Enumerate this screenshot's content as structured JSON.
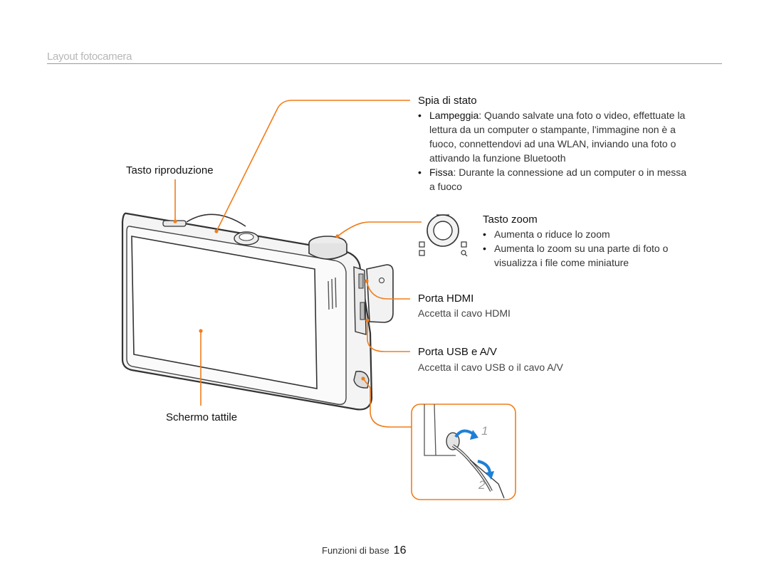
{
  "header": {
    "section_title": "Layout fotocamera"
  },
  "labels": {
    "play_button": "Tasto riproduzione",
    "touch_screen": "Schermo tattile",
    "status_lamp": {
      "title": "Spia di stato",
      "items": [
        {
          "term": "Lampeggia",
          "text": ": Quando salvate una foto o video, effettuate la lettura da un computer o stampante, l'immagine non è a fuoco, connettendovi ad una WLAN, inviando una foto o attivando la funzione Bluetooth"
        },
        {
          "term": "Fissa",
          "text": ": Durante la connessione ad un computer o in messa a fuoco"
        }
      ]
    },
    "zoom_button": {
      "title": "Tasto zoom",
      "items": [
        "Aumenta o riduce lo zoom",
        "Aumenta lo zoom su una parte di foto o visualizza i file come miniature"
      ]
    },
    "hdmi_port": {
      "title": "Porta HDMI",
      "text": "Accetta il cavo HDMI"
    },
    "usb_av_port": {
      "title": "Porta USB e A/V",
      "text": "Accetta il cavo USB o il cavo A/V"
    }
  },
  "strap_steps": [
    "1",
    "2"
  ],
  "footer": {
    "section": "Funzioni di base",
    "page": "16"
  },
  "colors": {
    "callout": "#f07d1a",
    "arrow": "#1f7fd6",
    "step": "#9c9c9c"
  }
}
